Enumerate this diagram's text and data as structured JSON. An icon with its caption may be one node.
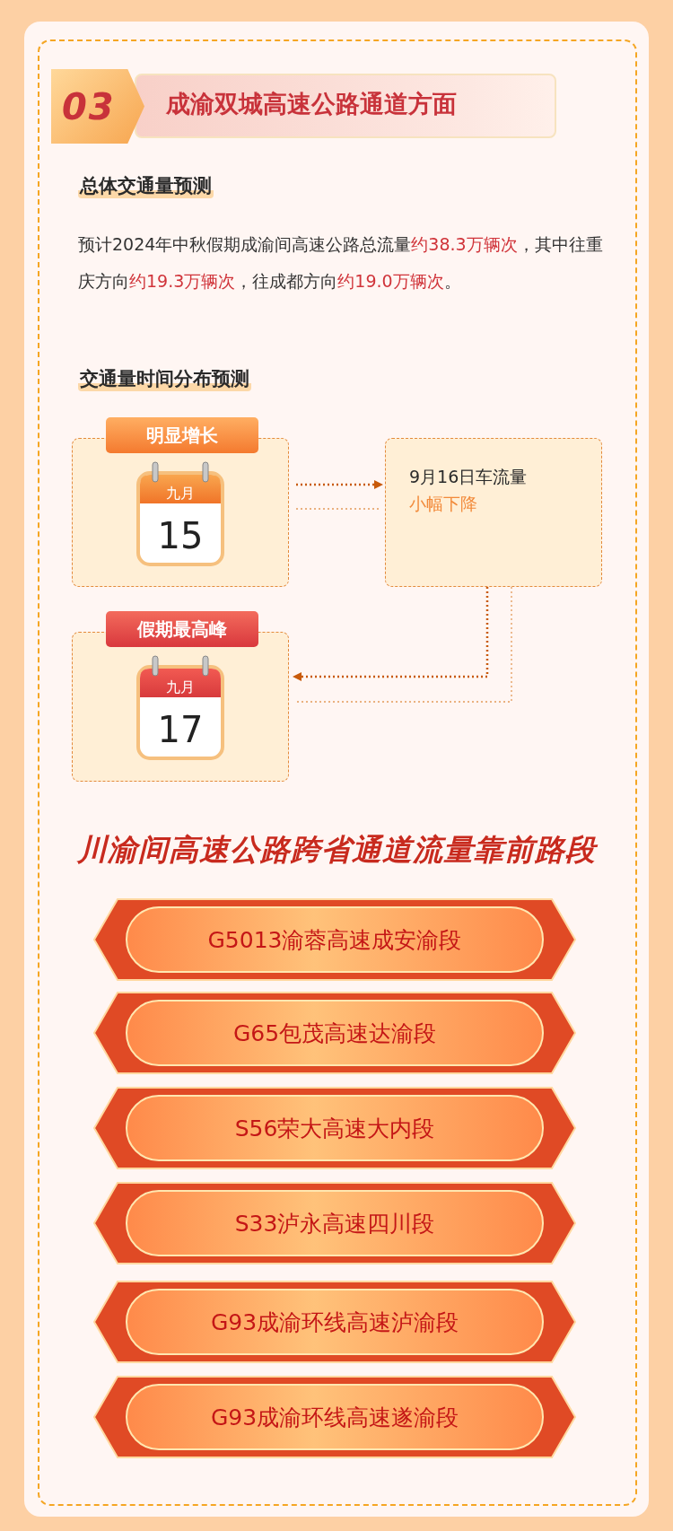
{
  "diagram": {
    "title": "成渝双城高速公路通道方面",
    "nodes": [
      {
        "text": [
          "明显增长",
          "九月",
          "15"
        ]
      },
      {
        "text": [
          "9月16日车流量",
          "小幅下降"
        ]
      },
      {
        "text": [
          "假期最高峰",
          "九月",
          "17"
        ]
      },
      {
        "text": [
          "G5013渝蓉高速成安渝段"
        ]
      },
      {
        "text": [
          "G65包茂高速达渝段"
        ]
      },
      {
        "text": [
          "S56荣大高速大内段"
        ]
      },
      {
        "text": [
          "S33泸永高速四川段"
        ]
      },
      {
        "text": [
          "G93成渝环线高速泸渝段"
        ]
      },
      {
        "text": [
          "G93成渝环线高速遂渝段"
        ]
      }
    ],
    "edges": [
      {
        "from": 0,
        "to": 1,
        "arrow": "to",
        "style": "dashed"
      },
      {
        "from": 0,
        "to": 1,
        "arrow": "none",
        "style": "dashed",
        "color": "#e39a5a"
      },
      {
        "from": 1,
        "to": 2,
        "arrow": "to",
        "style": "dashed"
      },
      {
        "from": 1,
        "to": 2,
        "arrow": "none",
        "style": "dashed",
        "color": "#e39a5a"
      }
    ],
    "labels": [
      "03",
      "总体交通量预测",
      "预计2024年中秋假期成渝间高速公路总流量**约38.3万辆次**，其中往重庆方向**约19.3万辆次**，往成都方向**约19.0万辆次**。",
      "交通量时间分布预测",
      "川渝间高速公路跨省通道流量靠前路段"
    ]
  }
}
